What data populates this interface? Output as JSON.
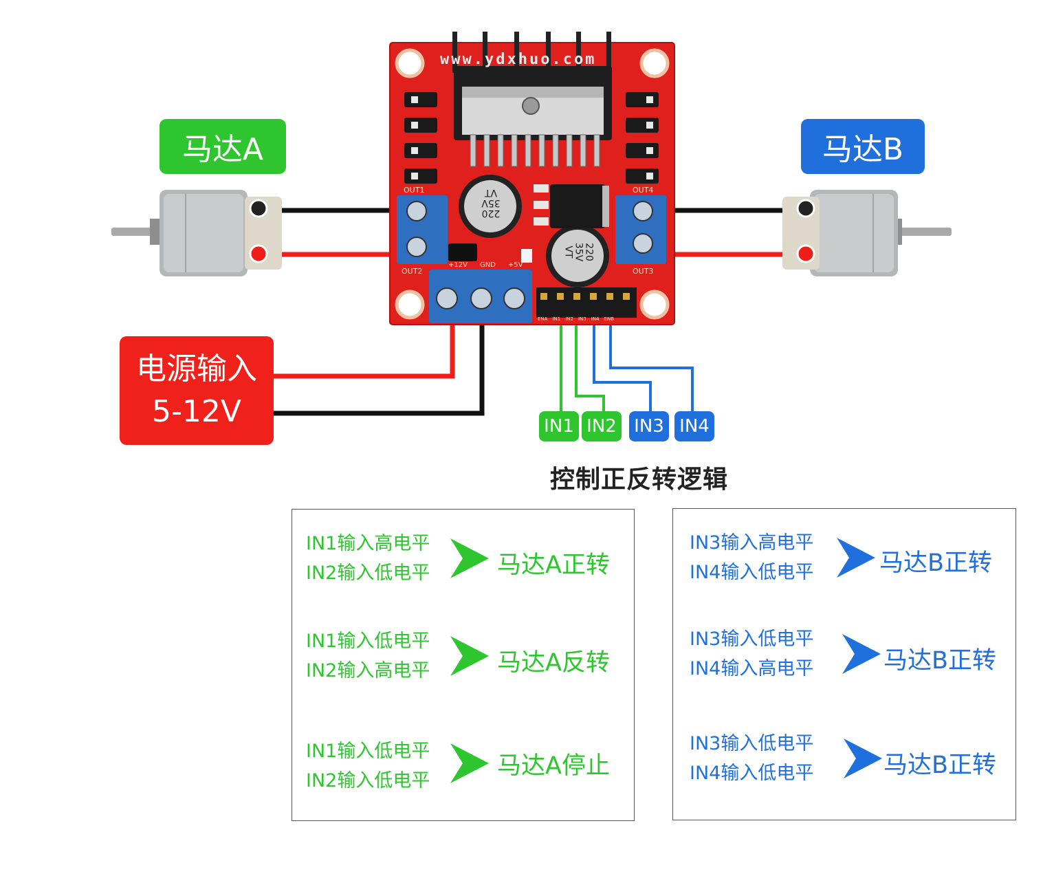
{
  "motor_a_label": "马达A",
  "motor_b_label": "马达B",
  "power": {
    "line1": "电源输入",
    "line2": "5-12V"
  },
  "pins": [
    "IN1",
    "IN2",
    "IN3",
    "IN4"
  ],
  "board": {
    "watermark": "www.ydxhuo.com",
    "cap_text": [
      "220",
      "35V",
      "VT"
    ],
    "out_labels": [
      "OUT1",
      "OUT2",
      "OUT3",
      "OUT4"
    ],
    "power_terms": [
      "+12V",
      "GND",
      "+5V"
    ],
    "header_labels": [
      "ENA",
      "IN1",
      "IN2",
      "IN3",
      "IN4",
      "ENB"
    ]
  },
  "logic_title": "控制正反转逻辑",
  "motor_a_rules": [
    {
      "line1": "IN1输入高电平",
      "line2": "IN2输入低电平",
      "result": "马达A正转"
    },
    {
      "line1": "IN1输入低电平",
      "line2": "IN2输入高电平",
      "result": "马达A反转"
    },
    {
      "line1": "IN1输入低电平",
      "line2": "IN2输入低电平",
      "result": "马达A停止"
    }
  ],
  "motor_b_rules": [
    {
      "line1": "IN3输入高电平",
      "line2": "IN4输入低电平",
      "result": "马达B正转"
    },
    {
      "line1": "IN3输入低电平",
      "line2": "IN4输入高电平",
      "result": "马达B正转"
    },
    {
      "line1": "IN3输入低电平",
      "line2": "IN4输入低电平",
      "result": "马达B正转"
    }
  ],
  "colors": {
    "green": "#2ec52e",
    "blue": "#1f6fdc",
    "red": "#f0201a",
    "board": "#e0201c"
  }
}
